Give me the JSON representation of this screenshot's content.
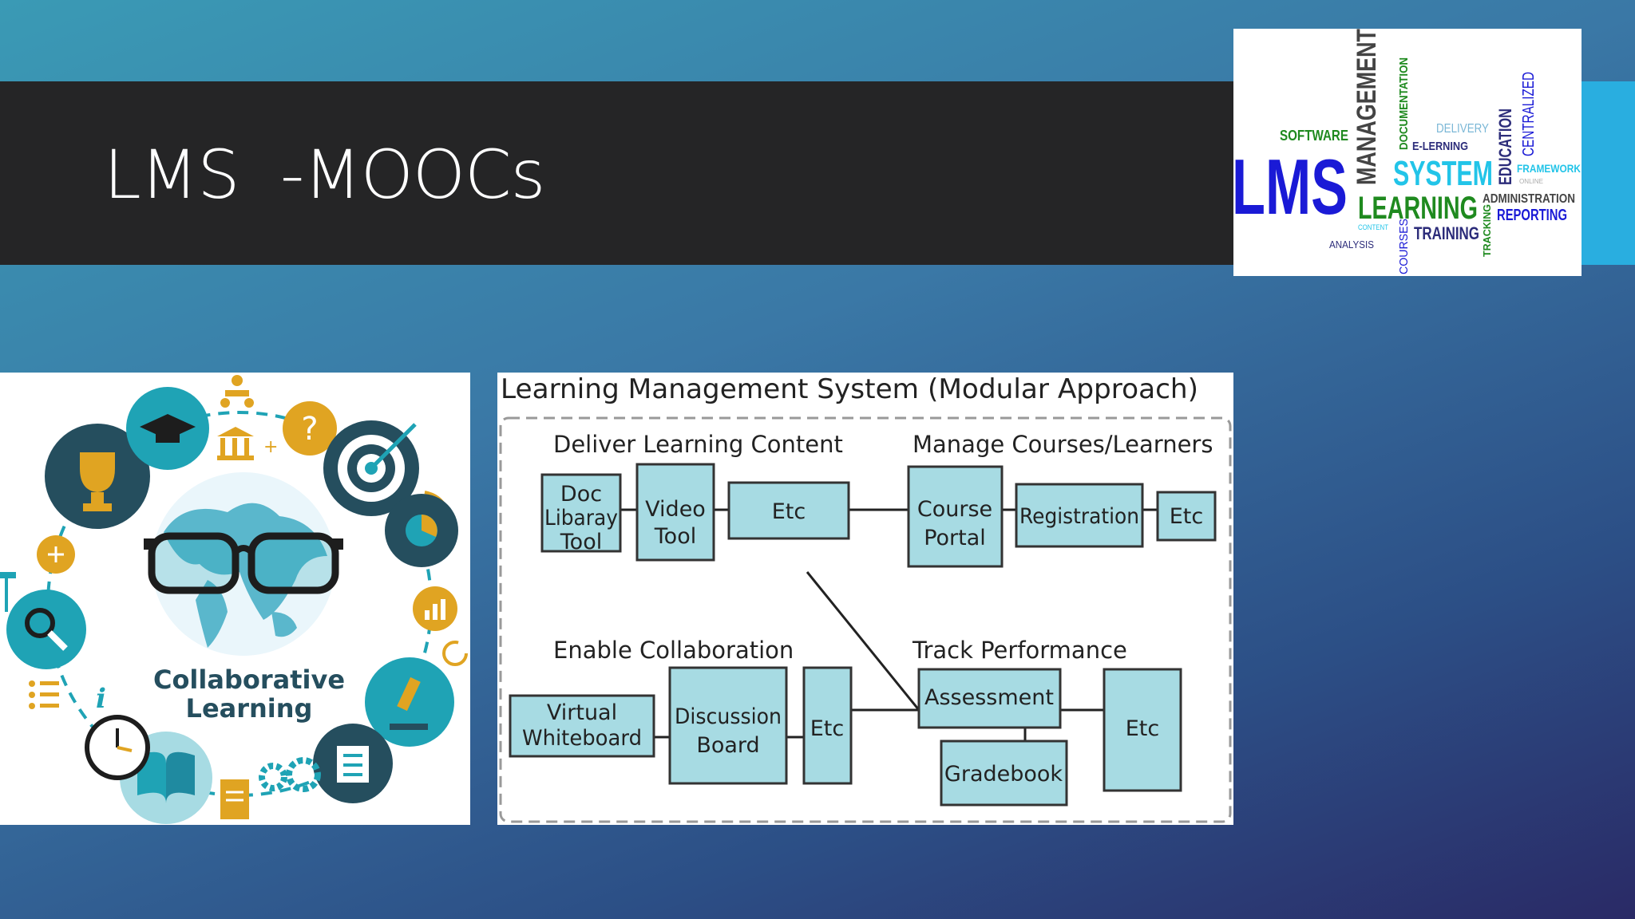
{
  "slide": {
    "title": "LMS  -MOOCs"
  },
  "wordcloud": {
    "words": {
      "lms": "LMS",
      "management": "MANAGEMENT",
      "software": "SOFTWARE",
      "documentation": "DOCUMENTATION",
      "delivery": "DELIVERY",
      "elerning": "E-LERNING",
      "system": "SYSTEM",
      "education": "EDUCATION",
      "centralized": "CENTRALIZED",
      "framework": "FRAMEWORK",
      "online": "ONLINE",
      "learning": "LEARNING",
      "administration": "ADMINISTRATION",
      "reporting": "REPORTING",
      "content": "CONTENT",
      "training": "TRAINING",
      "tracking": "TRACKING",
      "analysis": "ANALYSIS",
      "courses": "COURSES"
    },
    "colors": {
      "blue": "#1a1ad6",
      "green": "#1f8a1f",
      "cyan": "#22c4e8",
      "navy": "#2c2c7a",
      "gray": "#555555"
    }
  },
  "collab": {
    "label_line1": "Collaborative",
    "label_line2": "Learning",
    "icons": [
      "trophy-icon",
      "graduation-cap-icon",
      "org-chart-icon",
      "question-icon",
      "target-icon",
      "wifi-icon",
      "pie-chart-icon",
      "bar-chart-icon",
      "refresh-icon",
      "microscope-icon",
      "document-icon",
      "gears-icon",
      "file-icon",
      "book-icon",
      "clock-icon",
      "info-icon",
      "list-icon",
      "magnifier-icon",
      "circuit-icon",
      "bank-icon"
    ],
    "colors": {
      "dark": "#254e5e",
      "teal": "#1fa3b5",
      "gold": "#e0a422",
      "map": "#5ab7cc"
    }
  },
  "diagram": {
    "title": "Learning Management System (Modular Approach)",
    "sections": {
      "deliver": "Deliver Learning Content",
      "manage": "Manage Courses/Learners",
      "collab": "Enable Collaboration",
      "track": "Track Performance"
    },
    "boxes": {
      "doc_l1": "Doc",
      "doc_l2": "Libaray",
      "doc_l3": "Tool",
      "video_l1": "Video",
      "video_l2": "Tool",
      "etc1": "Etc",
      "course_l1": "Course",
      "course_l2": "Portal",
      "registration": "Registration",
      "etc2": "Etc",
      "vw_l1": "Virtual",
      "vw_l2": "Whiteboard",
      "db_l1": "Discussion",
      "db_l2": "Board",
      "etc3": "Etc",
      "assessment": "Assessment",
      "gradebook": "Gradebook",
      "etc4": "Etc"
    },
    "colors": {
      "box_fill": "#a7dbe3",
      "box_stroke": "#333333"
    }
  }
}
